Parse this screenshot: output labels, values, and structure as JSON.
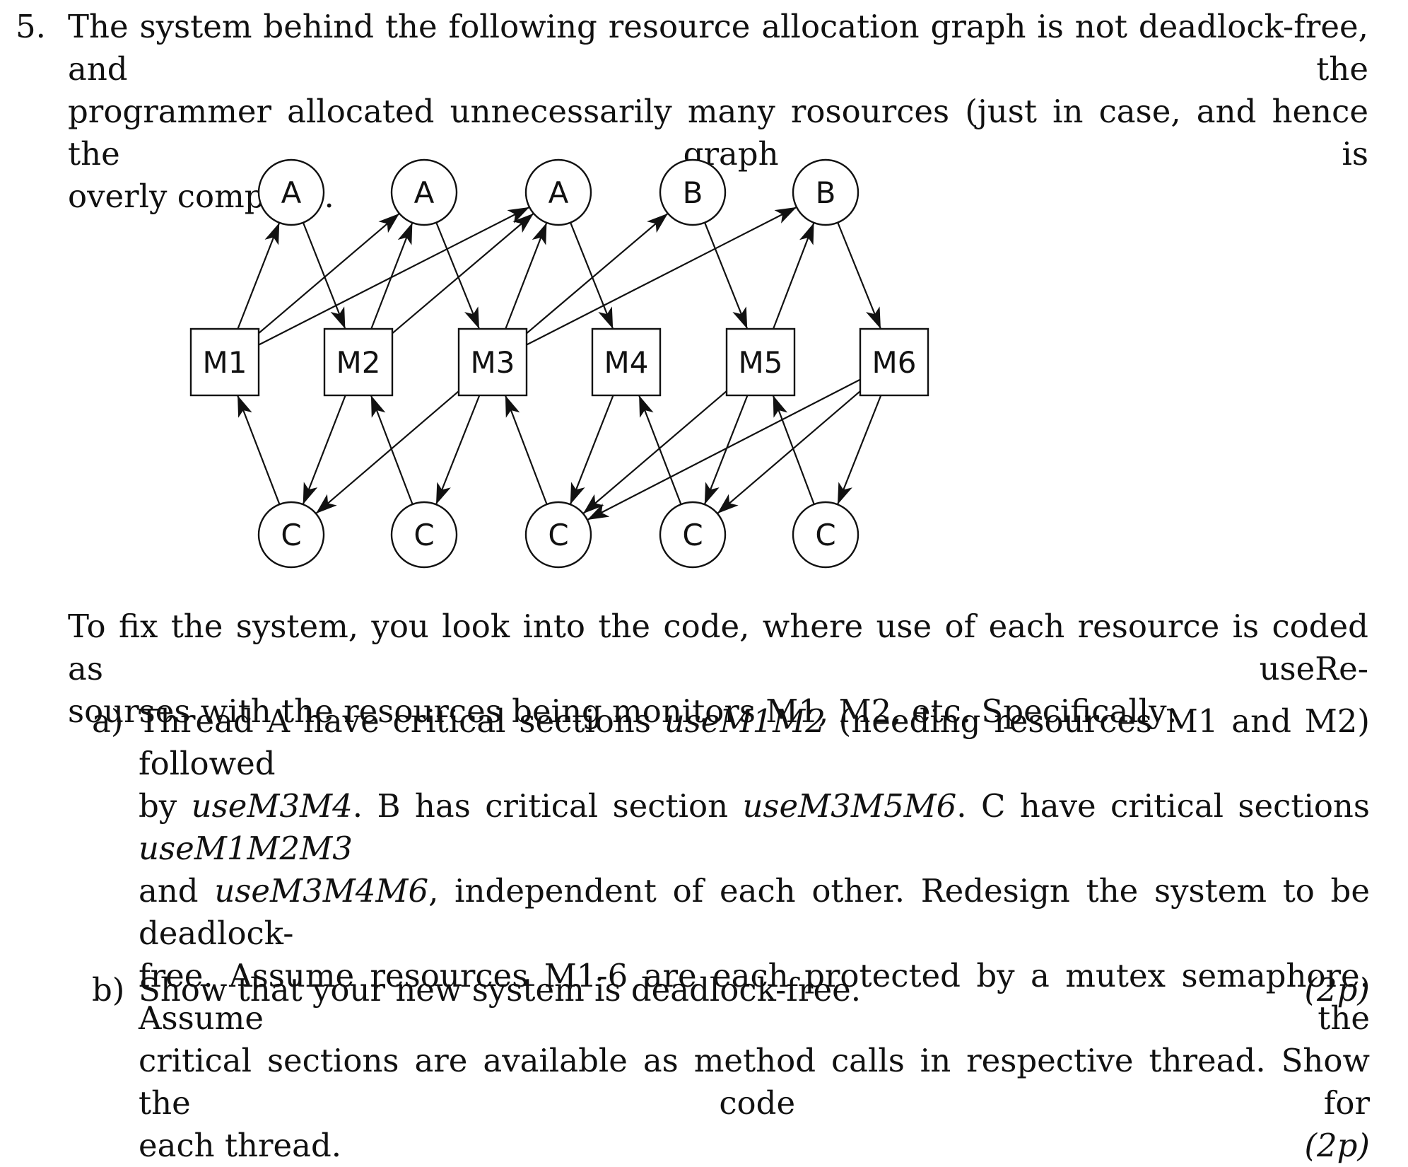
{
  "question": {
    "number": "5.",
    "lines": [
      "The system behind the following resource allocation graph is not deadlock-free, and the",
      "programmer allocated unnecessarily many rosources (just in case, and hence the graph is",
      "overly complex)."
    ]
  },
  "graph": {
    "threads_top": [
      "A",
      "A",
      "A",
      "B",
      "B"
    ],
    "monitors": [
      "M1",
      "M2",
      "M3",
      "M4",
      "M5",
      "M6"
    ],
    "threads_bottom": [
      "C",
      "C",
      "C",
      "C",
      "C"
    ],
    "edges": [
      {
        "from": "M1",
        "to": "A1"
      },
      {
        "from": "M1",
        "to": "A2"
      },
      {
        "from": "M1",
        "to": "A3"
      },
      {
        "from": "A1",
        "to": "M2"
      },
      {
        "from": "M2",
        "to": "A2"
      },
      {
        "from": "M2",
        "to": "A3"
      },
      {
        "from": "A2",
        "to": "M3"
      },
      {
        "from": "M3",
        "to": "A3"
      },
      {
        "from": "M3",
        "to": "B1"
      },
      {
        "from": "M3",
        "to": "B2"
      },
      {
        "from": "A3",
        "to": "M4"
      },
      {
        "from": "B1",
        "to": "M5"
      },
      {
        "from": "M5",
        "to": "B2"
      },
      {
        "from": "B2",
        "to": "M6"
      },
      {
        "from": "C1",
        "to": "M1"
      },
      {
        "from": "M2",
        "to": "C1"
      },
      {
        "from": "M3",
        "to": "C1"
      },
      {
        "from": "C2",
        "to": "M2"
      },
      {
        "from": "M3",
        "to": "C2"
      },
      {
        "from": "C3",
        "to": "M3"
      },
      {
        "from": "M4",
        "to": "C3"
      },
      {
        "from": "M5",
        "to": "C3"
      },
      {
        "from": "M6",
        "to": "C3"
      },
      {
        "from": "C4",
        "to": "M4"
      },
      {
        "from": "M5",
        "to": "C4"
      },
      {
        "from": "M6",
        "to": "C4"
      },
      {
        "from": "C5",
        "to": "M5"
      },
      {
        "from": "M6",
        "to": "C5"
      }
    ]
  },
  "fix": {
    "lines": [
      "To fix the system, you look into the code, where use of each resource is coded as useRe-",
      "sourses with the resources being monitors M1, M2, etc. Specifically:"
    ]
  },
  "item_a": {
    "label": "a)",
    "l1_a": "Thread A have critical sections ",
    "l1_em": "useM1M2",
    "l1_b": " (needing resources M1 and M2) followed",
    "l2_a": "by ",
    "l2_em1": "useM3M4",
    "l2_b": ". B has critical section ",
    "l2_em2": "useM3M5M6",
    "l2_c": ". C have critical sections ",
    "l2_em3": "useM1M2M3",
    "l3_a": "and ",
    "l3_em": "useM3M4M6",
    "l3_b": ", independent of each other. Redesign the system to be deadlock-",
    "l4": "free. Assume resources M1-6 are each protected by a mutex semaphore. Assume the",
    "l5": "critical sections are available as method calls in respective thread. Show the code for",
    "l6": "each thread.",
    "points": "(2p)"
  },
  "item_b": {
    "label": "b)",
    "text": "Show that your new system is deadlock-free.",
    "points": "(2p)"
  }
}
